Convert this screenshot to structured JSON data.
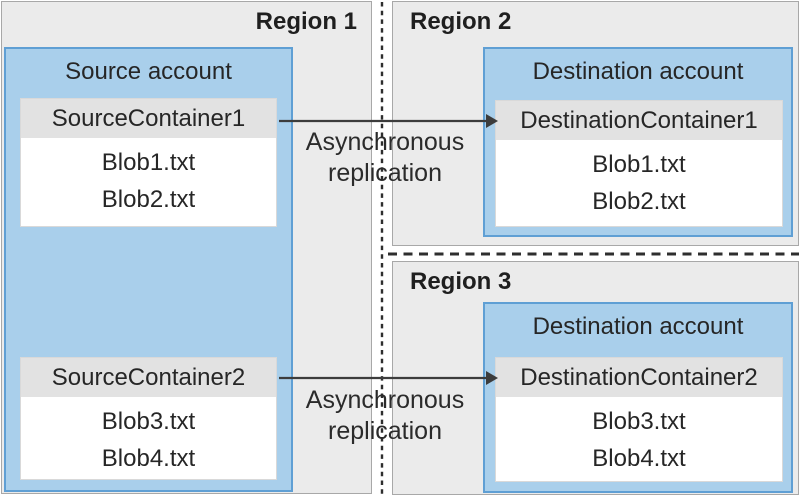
{
  "regions": [
    {
      "label": "Region 1"
    },
    {
      "label": "Region 2"
    },
    {
      "label": "Region 3"
    }
  ],
  "source_account": {
    "title": "Source account",
    "containers": [
      {
        "name": "SourceContainer1",
        "blobs": [
          "Blob1.txt",
          "Blob2.txt"
        ]
      },
      {
        "name": "SourceContainer2",
        "blobs": [
          "Blob3.txt",
          "Blob4.txt"
        ]
      }
    ]
  },
  "destination_accounts": [
    {
      "region": "Region 2",
      "title": "Destination account",
      "container": {
        "name": "DestinationContainer1",
        "blobs": [
          "Blob1.txt",
          "Blob2.txt"
        ]
      }
    },
    {
      "region": "Region 3",
      "title": "Destination account",
      "container": {
        "name": "DestinationContainer2",
        "blobs": [
          "Blob3.txt",
          "Blob4.txt"
        ]
      }
    }
  ],
  "arrows": [
    {
      "label": "Asynchronous replication",
      "from": "SourceContainer1",
      "to": "DestinationContainer1"
    },
    {
      "label": "Asynchronous replication",
      "from": "SourceContainer2",
      "to": "DestinationContainer2"
    }
  ],
  "colors": {
    "account_fill": "#a9cfeb",
    "account_border": "#5f9fd4",
    "region_fill": "#ebebeb",
    "region_border": "#a8a8a8",
    "container_header_fill": "#e2e2e2",
    "container_body_fill": "#ffffff",
    "arrow": "#3c3c3c",
    "divider": "#2e2e2e",
    "text": "#262626"
  }
}
